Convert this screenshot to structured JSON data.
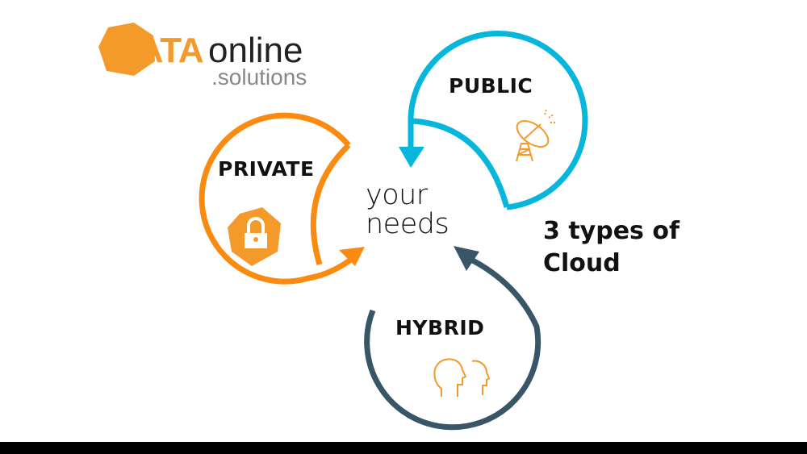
{
  "logo": {
    "brand": "DATA",
    "brand_rest": "online",
    "suffix": ".solutions"
  },
  "center": {
    "line1": "your",
    "line2": "needs"
  },
  "cycles": [
    {
      "label": "PRIVATE",
      "icon": "lock-icon",
      "color": "#fb8a10"
    },
    {
      "label": "PUBLIC",
      "icon": "satellite-dish-icon",
      "color": "#06b6dc"
    },
    {
      "label": "HYBRID",
      "icon": "heads-icon",
      "color": "#395669"
    }
  ],
  "caption": {
    "line1": "3 types of",
    "line2": "Cloud"
  }
}
